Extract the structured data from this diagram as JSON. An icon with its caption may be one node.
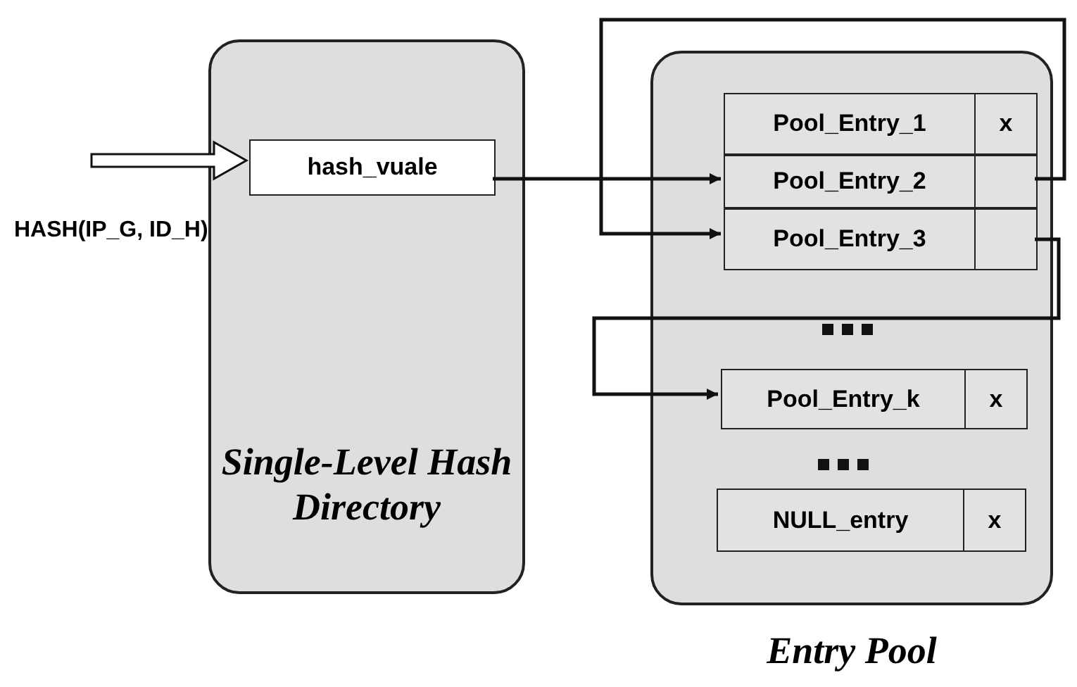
{
  "diagram": {
    "nodes": [
      {
        "text": [
          "Single-Level Hash Directory"
        ]
      },
      {
        "text": [
          "hash_vuale"
        ],
        "in": 0
      },
      {
        "text": [
          "Entry Pool"
        ]
      },
      {
        "text": [
          "Pool_Entry_1",
          "x"
        ],
        "in": 2
      },
      {
        "text": [
          "Pool_Entry_2"
        ],
        "in": 2
      },
      {
        "text": [
          "Pool_Entry_3"
        ],
        "in": 2
      },
      {
        "text": [
          "Pool_Entry_k",
          "x"
        ],
        "in": 2
      },
      {
        "text": [
          "NULL_entry",
          "x"
        ],
        "in": 2
      }
    ],
    "edges": [
      {
        "from": null,
        "to": 1,
        "arrow": "to",
        "style": "thick"
      },
      {
        "from": 1,
        "to": 4,
        "arrow": "to"
      },
      {
        "from": 4,
        "to": 5,
        "arrow": "to"
      },
      {
        "from": 5,
        "to": 6,
        "arrow": "to"
      }
    ],
    "labels": [
      "HASH(IP_G, ID_H)"
    ]
  }
}
